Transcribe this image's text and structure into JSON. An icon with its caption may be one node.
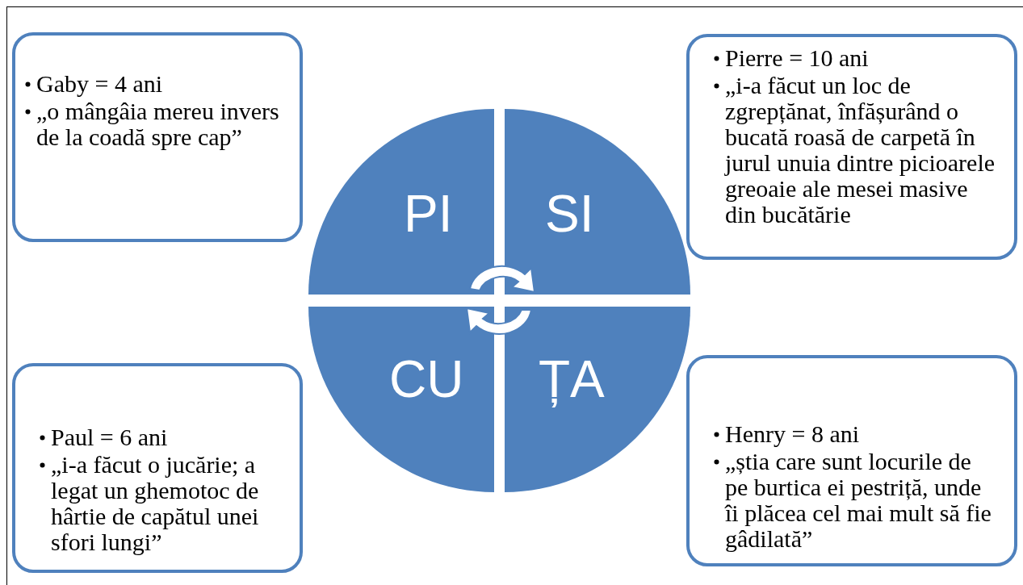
{
  "diagram": {
    "nodes": [
      {
        "text": [
          "Gaby = 4 ani",
          "„o mângâia mereu invers de la coadă spre cap”"
        ]
      },
      {
        "text": [
          "Pierre = 10 ani",
          "„i-a făcut un loc de zgrepțănat, înfășurând o bucată roasă de carpetă în jurul unuia dintre picioarele greoaie ale mesei masive din bucătărie"
        ]
      },
      {
        "text": [
          "PI"
        ]
      },
      {
        "text": [
          "SI"
        ]
      },
      {
        "text": [
          "CU"
        ]
      },
      {
        "text": [
          "ȚA"
        ]
      },
      {
        "text": [
          "Paul = 6 ani",
          "„i-a făcut o jucărie; a legat un ghemotoc de hârtie de capătul unei sfori lungi”"
        ]
      },
      {
        "text": [
          "Henry = 8 ani",
          "„știa care sunt locurile de pe burtica ei pestriță, unde îi plăcea cel mai mult să fie gâdilată”"
        ]
      }
    ],
    "edges": []
  }
}
